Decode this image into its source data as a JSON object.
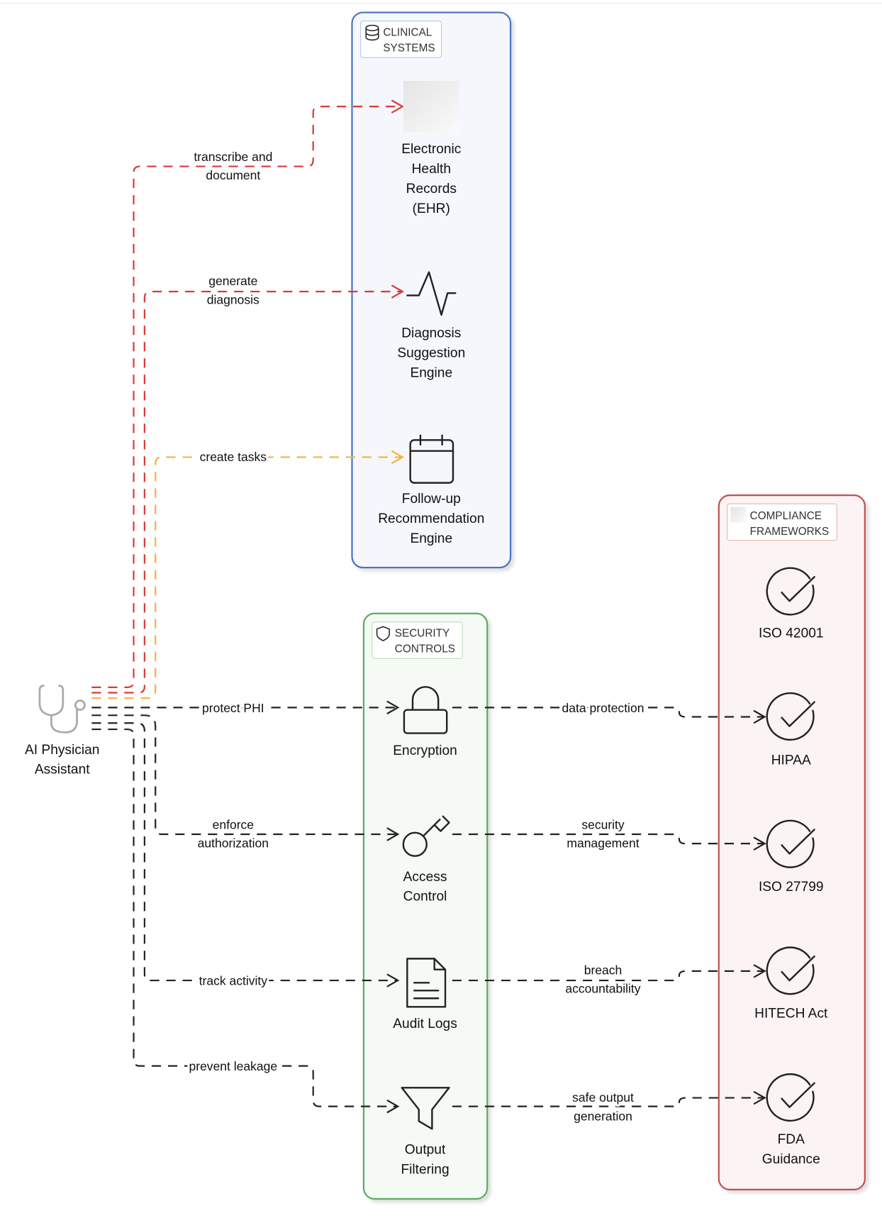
{
  "actor": {
    "label_lines": [
      "AI Physician",
      "Assistant"
    ],
    "icon": "stethoscope-icon"
  },
  "groups": {
    "clinical": {
      "title_lines": [
        "CLINICAL",
        "SYSTEMS"
      ],
      "icon": "database-icon",
      "color": "#4a72c4",
      "nodes": [
        {
          "label_lines": [
            "Electronic",
            "Health",
            "Records",
            "(EHR)"
          ],
          "icon": "blank-image-icon"
        },
        {
          "label_lines": [
            "Diagnosis",
            "Suggestion",
            "Engine"
          ],
          "icon": "pulse-icon"
        },
        {
          "label_lines": [
            "Follow-up",
            "Recommendation",
            "Engine"
          ],
          "icon": "calendar-icon"
        }
      ]
    },
    "security": {
      "title_lines": [
        "SECURITY",
        "CONTROLS"
      ],
      "icon": "shield-icon",
      "color": "#5daa61",
      "nodes": [
        {
          "label_lines": [
            "Encryption"
          ],
          "icon": "lock-icon"
        },
        {
          "label_lines": [
            "Access",
            "Control"
          ],
          "icon": "key-icon"
        },
        {
          "label_lines": [
            "Audit Logs"
          ],
          "icon": "document-icon"
        },
        {
          "label_lines": [
            "Output",
            "Filtering"
          ],
          "icon": "filter-icon"
        }
      ]
    },
    "compliance": {
      "title_lines": [
        "COMPLIANCE",
        "FRAMEWORKS"
      ],
      "icon": "blank-image-icon",
      "color": "#c05050",
      "nodes": [
        {
          "label_lines": [
            "ISO 42001"
          ],
          "icon": "check-circle-icon"
        },
        {
          "label_lines": [
            "HIPAA"
          ],
          "icon": "check-circle-icon"
        },
        {
          "label_lines": [
            "ISO 27799"
          ],
          "icon": "check-circle-icon"
        },
        {
          "label_lines": [
            "HITECH Act"
          ],
          "icon": "check-circle-icon"
        },
        {
          "label_lines": [
            "FDA",
            "Guidance"
          ],
          "icon": "check-circle-icon"
        }
      ]
    }
  },
  "edges_left": [
    {
      "label_lines": [
        "transcribe and",
        "document"
      ],
      "color": "#d93a35"
    },
    {
      "label_lines": [
        "generate",
        "diagnosis"
      ],
      "color": "#d93a35"
    },
    {
      "label_lines": [
        "create tasks"
      ],
      "color": "#f0b43c"
    },
    {
      "label_lines": [
        "protect PHI"
      ],
      "color": "#222222"
    },
    {
      "label_lines": [
        "enforce",
        "authorization"
      ],
      "color": "#222222"
    },
    {
      "label_lines": [
        "track activity"
      ],
      "color": "#222222"
    },
    {
      "label_lines": [
        "prevent leakage"
      ],
      "color": "#222222"
    }
  ],
  "edges_right": [
    {
      "label_lines": [
        "data protection"
      ]
    },
    {
      "label_lines": [
        "security",
        "management"
      ]
    },
    {
      "label_lines": [
        "breach",
        "accountability"
      ]
    },
    {
      "label_lines": [
        "safe output",
        "generation"
      ]
    }
  ]
}
